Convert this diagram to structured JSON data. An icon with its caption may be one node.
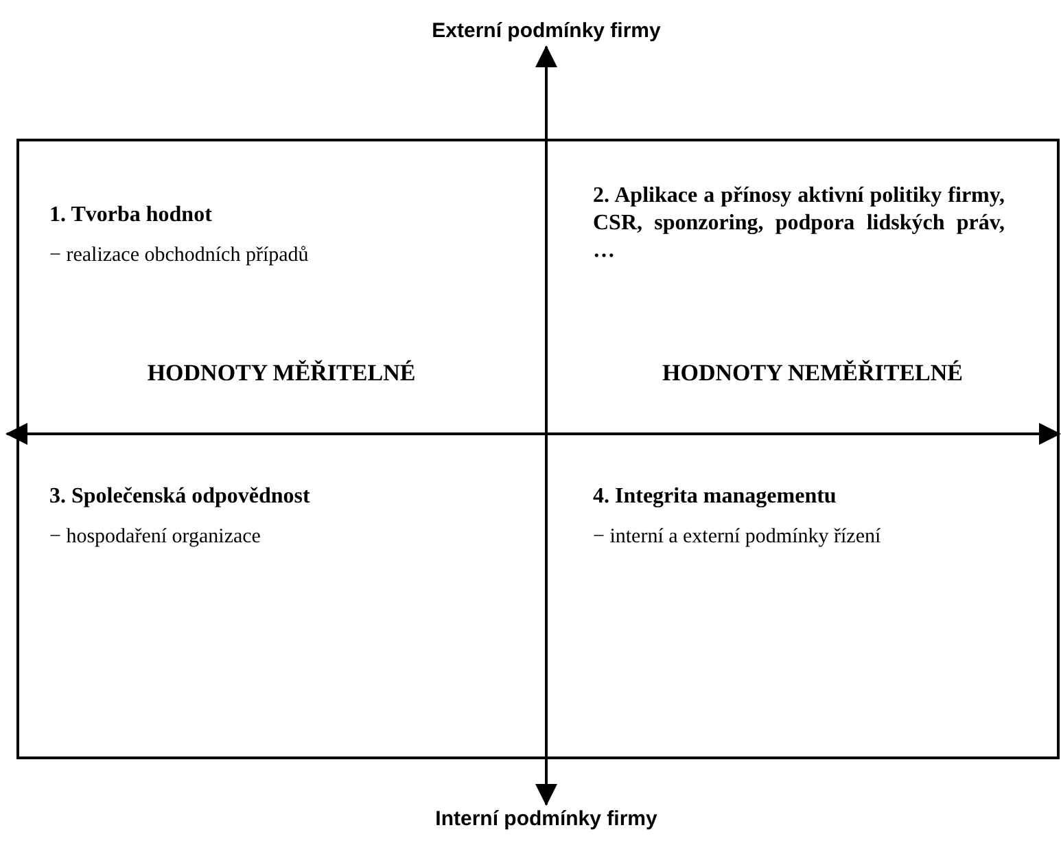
{
  "diagram": {
    "nodes": [
      {
        "text": [
          "Externí podmínky firmy"
        ]
      },
      {
        "text": [],
        "shape": "box"
      },
      {
        "text": [
          "1. Tvorba hodnot",
          "− realizace obchodních případů"
        ],
        "in": 1
      },
      {
        "text": [
          "2. Aplikace  a přínosy aktivní politiky firmy, CSR, sponzoring, podpora lidských práv, …"
        ],
        "in": 1
      },
      {
        "text": [
          "3. Společenská odpovědnost",
          "− hospodaření organizace"
        ],
        "in": 1
      },
      {
        "text": [
          "4. Integrita managementu",
          "− interní a externí podmínky řízení"
        ],
        "in": 1
      },
      {
        "text": [
          "Interní podmínky firmy"
        ]
      }
    ],
    "edges": [
      {
        "from": 0,
        "to": 6,
        "arrow": "both"
      }
    ],
    "labels": [
      "HODNOTY MĚŘITELNÉ",
      "HODNOTY NEMĚŘITELNÉ"
    ]
  }
}
